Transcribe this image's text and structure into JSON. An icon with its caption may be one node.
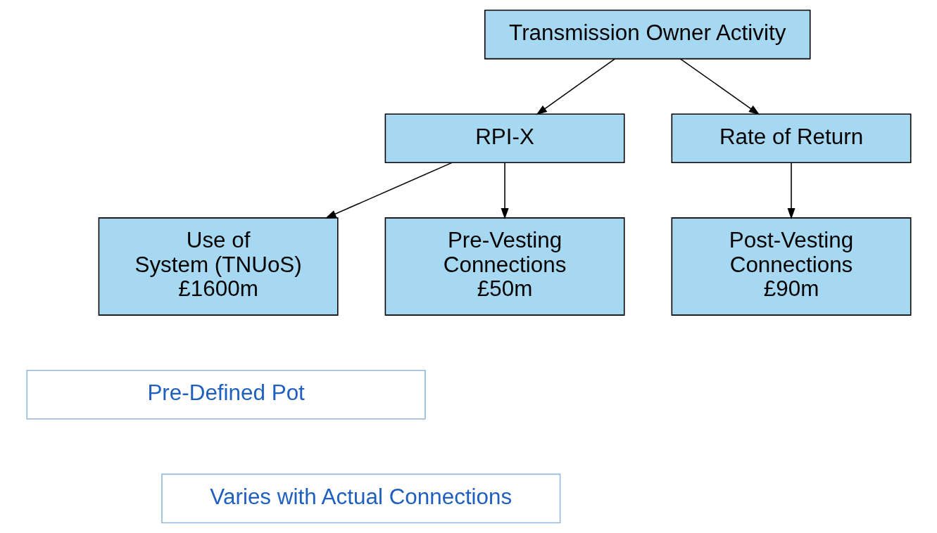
{
  "diagram": {
    "nodes": [
      {
        "text": [
          "Transmission Owner Activity"
        ]
      },
      {
        "text": [
          "RPI-X"
        ]
      },
      {
        "text": [
          "Rate of Return"
        ]
      },
      {
        "text": [
          "Use of System (TNUoS) £1600m"
        ]
      },
      {
        "text": [
          "Pre-Vesting Connections £50m"
        ]
      },
      {
        "text": [
          "Post-Vesting Connections £90m"
        ]
      },
      {
        "text": [
          "Pre-Defined Pot"
        ]
      },
      {
        "text": [
          "Varies with Actual Connections"
        ]
      }
    ],
    "edges": [
      {
        "from": 0,
        "to": 1,
        "arrow": "to"
      },
      {
        "from": 0,
        "to": 2,
        "arrow": "to"
      },
      {
        "from": 1,
        "to": 3,
        "arrow": "to"
      },
      {
        "from": 1,
        "to": 4,
        "arrow": "to"
      },
      {
        "from": 2,
        "to": 5,
        "arrow": "to"
      }
    ]
  }
}
